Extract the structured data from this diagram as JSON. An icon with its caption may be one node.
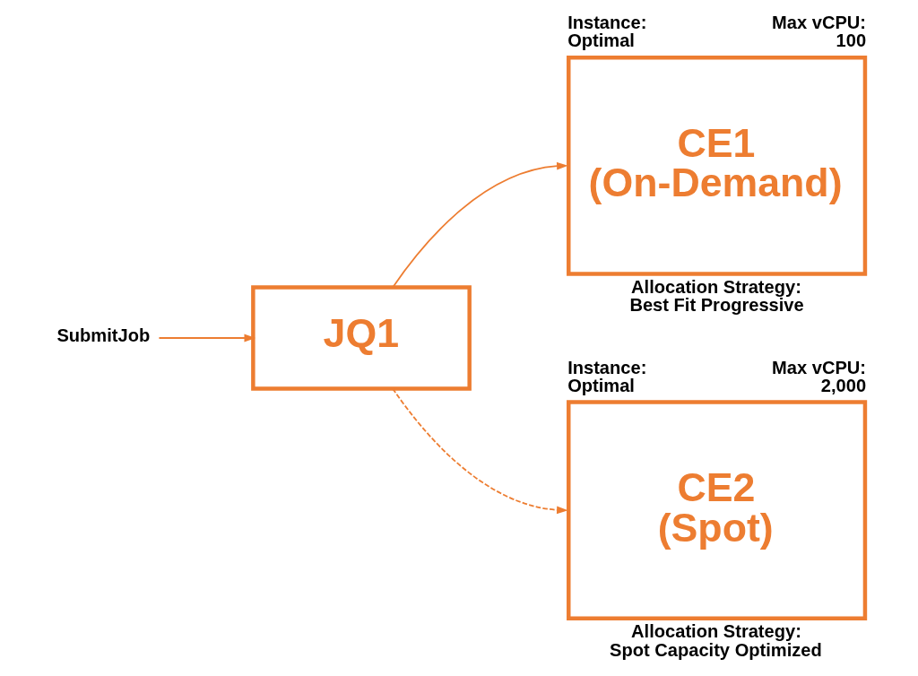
{
  "diagram": {
    "nodes": [
      {
        "text": [
          "SubmitJob"
        ]
      },
      {
        "text": [
          "JQ1"
        ]
      },
      {
        "text": [
          "CE1 (On-Demand)"
        ],
        "beside": [
          "Instance: Optimal",
          "Max vCPU: 100",
          "Allocation Strategy: Best Fit Progressive"
        ]
      },
      {
        "text": [
          "CE2 (Spot)"
        ],
        "beside": [
          "Instance: Optimal",
          "Max vCPU: 2,000",
          "Allocation Strategy: Spot Capacity Optimized"
        ]
      }
    ],
    "edges": [
      {
        "from": 0,
        "to": 1,
        "arrow": "to"
      },
      {
        "from": 1,
        "to": 2,
        "arrow": "to"
      },
      {
        "from": 1,
        "to": 3,
        "arrow": "to",
        "style": "dashed"
      }
    ]
  }
}
